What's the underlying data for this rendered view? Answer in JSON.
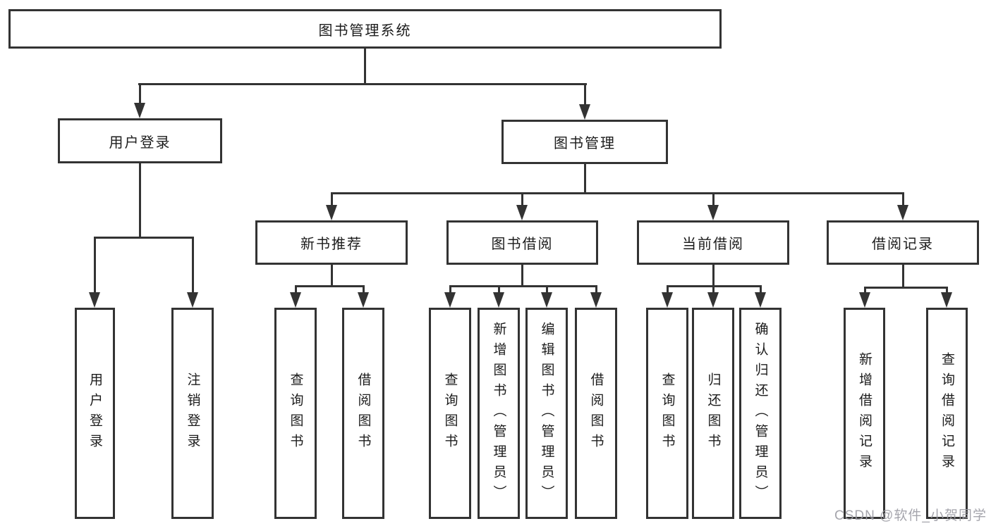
{
  "nodes": {
    "root": {
      "label": "图书管理系统"
    },
    "level2": [
      {
        "id": "user-login",
        "label": "用户登录"
      },
      {
        "id": "book-management",
        "label": "图书管理"
      }
    ],
    "level3": [
      {
        "id": "new-book-recommend",
        "label": "新书推荐",
        "parent": "book-management"
      },
      {
        "id": "book-borrowing",
        "label": "图书借阅",
        "parent": "book-management"
      },
      {
        "id": "current-borrowing",
        "label": "当前借阅",
        "parent": "book-management"
      },
      {
        "id": "borrowing-records",
        "label": "借阅记录",
        "parent": "book-management"
      }
    ],
    "leaves": [
      {
        "label": "用户登录",
        "parent": "user-login"
      },
      {
        "label": "注销登录",
        "parent": "user-login"
      },
      {
        "label": "查询图书",
        "parent": "new-book-recommend"
      },
      {
        "label": "借阅图书",
        "parent": "new-book-recommend"
      },
      {
        "label": "查询图书",
        "parent": "book-borrowing"
      },
      {
        "label": "新增图书（管理员）",
        "parent": "book-borrowing"
      },
      {
        "label": "编辑图书（管理员）",
        "parent": "book-borrowing"
      },
      {
        "label": "借阅图书",
        "parent": "book-borrowing"
      },
      {
        "label": "查询图书",
        "parent": "current-borrowing"
      },
      {
        "label": "归还图书",
        "parent": "current-borrowing"
      },
      {
        "label": "确认归还（管理员）",
        "parent": "current-borrowing"
      },
      {
        "label": "新增借阅记录",
        "parent": "borrowing-records"
      },
      {
        "label": "查询借阅记录",
        "parent": "borrowing-records"
      }
    ]
  },
  "watermark": {
    "text": "CSDN @软件_小贺同学"
  },
  "colors": {
    "line": "#333333",
    "box_border": "#333333",
    "box_fill": "#ffffff",
    "text": "#1c1c1c",
    "background": "#ffffff",
    "watermark": "#9c9ca4"
  }
}
